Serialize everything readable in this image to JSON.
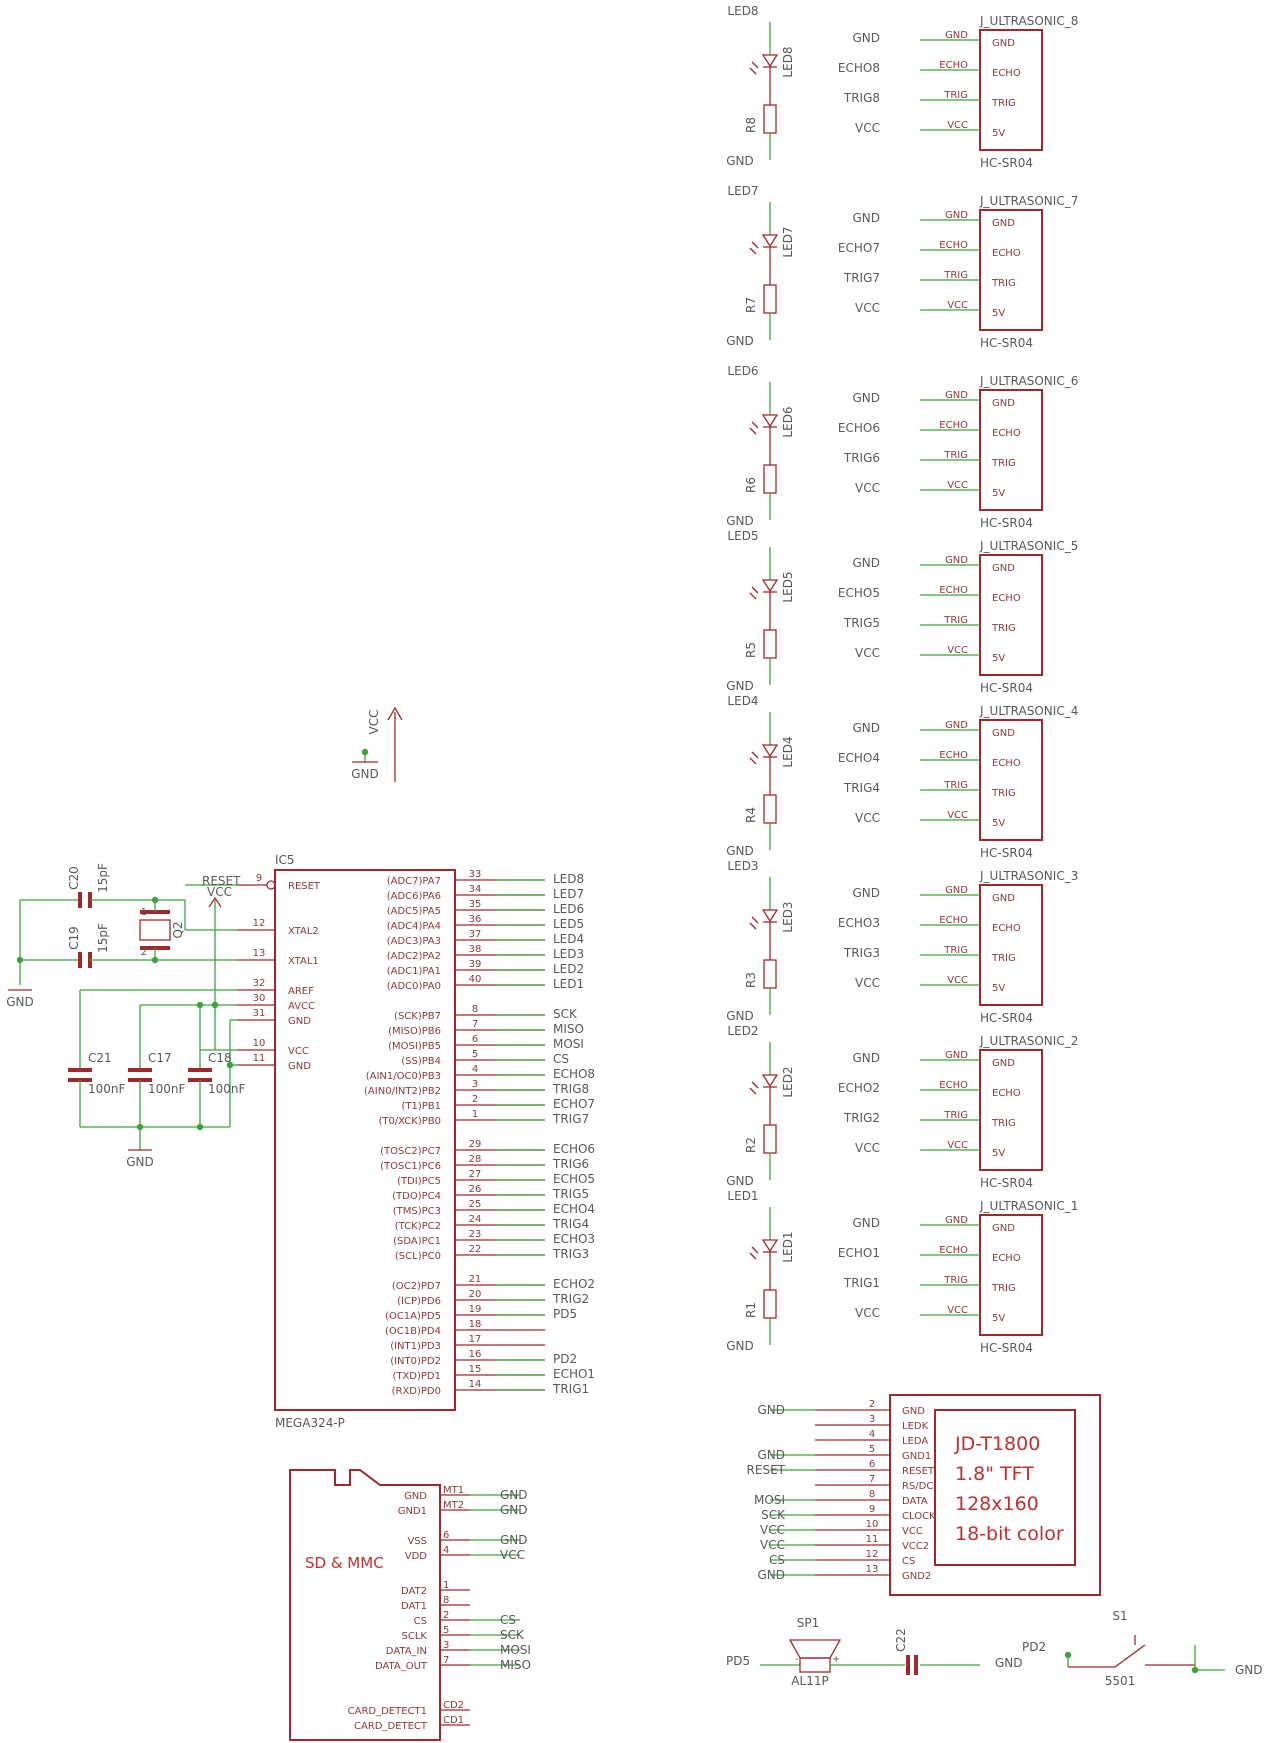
{
  "ic5": {
    "name": "IC5",
    "part": "MEGA324-P",
    "left_pins": [
      {
        "num": "9",
        "name": "RESET"
      },
      {
        "num": "12",
        "name": "XTAL2"
      },
      {
        "num": "13",
        "name": "XTAL1"
      },
      {
        "num": "32",
        "name": "AREF"
      },
      {
        "num": "30",
        "name": "AVCC"
      },
      {
        "num": "31",
        "name": "GND"
      },
      {
        "num": "10",
        "name": "VCC"
      },
      {
        "num": "11",
        "name": "GND"
      }
    ],
    "right_pins": [
      {
        "num": "33",
        "name": "(ADC7)PA7",
        "net": "LED8"
      },
      {
        "num": "34",
        "name": "(ADC6)PA6",
        "net": "LED7"
      },
      {
        "num": "35",
        "name": "(ADC5)PA5",
        "net": "LED6"
      },
      {
        "num": "36",
        "name": "(ADC4)PA4",
        "net": "LED5"
      },
      {
        "num": "37",
        "name": "(ADC3)PA3",
        "net": "LED4"
      },
      {
        "num": "38",
        "name": "(ADC2)PA2",
        "net": "LED3"
      },
      {
        "num": "39",
        "name": "(ADC1)PA1",
        "net": "LED2"
      },
      {
        "num": "40",
        "name": "(ADC0)PA0",
        "net": "LED1"
      },
      {
        "num": "8",
        "name": "(SCK)PB7",
        "net": "SCK"
      },
      {
        "num": "7",
        "name": "(MISO)PB6",
        "net": "MISO"
      },
      {
        "num": "6",
        "name": "(MOSI)PB5",
        "net": "MOSI"
      },
      {
        "num": "5",
        "name": "(SS)PB4",
        "net": "CS"
      },
      {
        "num": "4",
        "name": "(AIN1/OC0)PB3",
        "net": "ECHO8"
      },
      {
        "num": "3",
        "name": "(AIN0/INT2)PB2",
        "net": "TRIG8"
      },
      {
        "num": "2",
        "name": "(T1)PB1",
        "net": "ECHO7"
      },
      {
        "num": "1",
        "name": "(T0/XCK)PB0",
        "net": "TRIG7"
      },
      {
        "num": "29",
        "name": "(TOSC2)PC7",
        "net": "ECHO6"
      },
      {
        "num": "28",
        "name": "(TOSC1)PC6",
        "net": "TRIG6"
      },
      {
        "num": "27",
        "name": "(TDI)PC5",
        "net": "ECHO5"
      },
      {
        "num": "26",
        "name": "(TDO)PC4",
        "net": "TRIG5"
      },
      {
        "num": "25",
        "name": "(TMS)PC3",
        "net": "ECHO4"
      },
      {
        "num": "24",
        "name": "(TCK)PC2",
        "net": "TRIG4"
      },
      {
        "num": "23",
        "name": "(SDA)PC1",
        "net": "ECHO3"
      },
      {
        "num": "22",
        "name": "(SCL)PC0",
        "net": "TRIG3"
      },
      {
        "num": "21",
        "name": "(OC2)PD7",
        "net": "ECHO2"
      },
      {
        "num": "20",
        "name": "(ICP)PD6",
        "net": "TRIG2"
      },
      {
        "num": "19",
        "name": "(OC1A)PD5",
        "net": "PD5"
      },
      {
        "num": "18",
        "name": "(OC1B)PD4",
        "net": ""
      },
      {
        "num": "17",
        "name": "(INT1)PD3",
        "net": ""
      },
      {
        "num": "16",
        "name": "(INT0)PD2",
        "net": "PD2"
      },
      {
        "num": "15",
        "name": "(TXD)PD1",
        "net": "ECHO1"
      },
      {
        "num": "14",
        "name": "(RXD)PD0",
        "net": "TRIG1"
      }
    ]
  },
  "crystal": {
    "name": "Q2",
    "pin1": "1",
    "pin2": "2"
  },
  "caps": {
    "c20": {
      "name": "C20",
      "value": "15pF"
    },
    "c19": {
      "name": "C19",
      "value": "15pF"
    },
    "c21": {
      "name": "C21",
      "value": "100nF"
    },
    "c17": {
      "name": "C17",
      "value": "100nF"
    },
    "c18": {
      "name": "C18",
      "value": "100nF"
    },
    "c22": {
      "name": "C22"
    }
  },
  "nets": {
    "gnd": "GND",
    "vcc": "VCC",
    "reset": "RESET",
    "pd5": "PD5",
    "pd2": "PD2"
  },
  "sensors": [
    {
      "led": "LED8",
      "res": "R8",
      "conn": "J_ULTRASONIC_8",
      "echo": "ECHO8",
      "trig": "TRIG8"
    },
    {
      "led": "LED7",
      "res": "R7",
      "conn": "J_ULTRASONIC_7",
      "echo": "ECHO7",
      "trig": "TRIG7"
    },
    {
      "led": "LED6",
      "res": "R6",
      "conn": "J_ULTRASONIC_6",
      "echo": "ECHO6",
      "trig": "TRIG6"
    },
    {
      "led": "LED5",
      "res": "R5",
      "conn": "J_ULTRASONIC_5",
      "echo": "ECHO5",
      "trig": "TRIG5"
    },
    {
      "led": "LED4",
      "res": "R4",
      "conn": "J_ULTRASONIC_4",
      "echo": "ECHO4",
      "trig": "TRIG4"
    },
    {
      "led": "LED3",
      "res": "R3",
      "conn": "J_ULTRASONIC_3",
      "echo": "ECHO3",
      "trig": "TRIG3"
    },
    {
      "led": "LED2",
      "res": "R2",
      "conn": "J_ULTRASONIC_2",
      "echo": "ECHO2",
      "trig": "TRIG2"
    },
    {
      "led": "LED1",
      "res": "R1",
      "conn": "J_ULTRASONIC_1",
      "echo": "ECHO1",
      "trig": "TRIG1"
    }
  ],
  "sensor_pins": [
    "GND",
    "ECHO",
    "TRIG",
    "5V"
  ],
  "sensor_part": "HC-SR04",
  "tft": {
    "lines": [
      "JD-T1800",
      "1.8\" TFT",
      "128x160",
      "18-bit color"
    ],
    "pins": [
      {
        "num": "2",
        "name": "GND",
        "net": "GND"
      },
      {
        "num": "3",
        "name": "LEDK",
        "net": ""
      },
      {
        "num": "4",
        "name": "LEDA",
        "net": ""
      },
      {
        "num": "5",
        "name": "GND1",
        "net": "GND"
      },
      {
        "num": "6",
        "name": "RESET",
        "net": "RESET"
      },
      {
        "num": "7",
        "name": "RS/DC",
        "net": ""
      },
      {
        "num": "8",
        "name": "DATA",
        "net": "MOSI"
      },
      {
        "num": "9",
        "name": "CLOCK",
        "net": "SCK"
      },
      {
        "num": "10",
        "name": "VCC",
        "net": "VCC"
      },
      {
        "num": "11",
        "name": "VCC2",
        "net": "VCC"
      },
      {
        "num": "12",
        "name": "CS",
        "net": "CS"
      },
      {
        "num": "13",
        "name": "GND2",
        "net": "GND"
      }
    ]
  },
  "sd": {
    "title": "SD & MMC",
    "pins": [
      {
        "name": "GND",
        "num": "MT1",
        "net": "GND"
      },
      {
        "name": "GND1",
        "num": "MT2",
        "net": "GND"
      },
      {
        "name": "VSS",
        "num": "6",
        "net": "GND"
      },
      {
        "name": "VDD",
        "num": "4",
        "net": "VCC"
      },
      {
        "name": "DAT2",
        "num": "1",
        "net": ""
      },
      {
        "name": "DAT1",
        "num": "8",
        "net": ""
      },
      {
        "name": "CS",
        "num": "2",
        "net": "CS"
      },
      {
        "name": "SCLK",
        "num": "5",
        "net": "SCK"
      },
      {
        "name": "DATA_IN",
        "num": "3",
        "net": "MOSI"
      },
      {
        "name": "DATA_OUT",
        "num": "7",
        "net": "MISO"
      },
      {
        "name": "CARD_DETECT1",
        "num": "CD2",
        "net": ""
      },
      {
        "name": "CARD_DETECT",
        "num": "CD1",
        "net": ""
      }
    ]
  },
  "speaker": {
    "name": "SP1",
    "part": "AL11P",
    "minus": "-",
    "plus": "+"
  },
  "switch": {
    "name": "S1",
    "part": "5501"
  }
}
